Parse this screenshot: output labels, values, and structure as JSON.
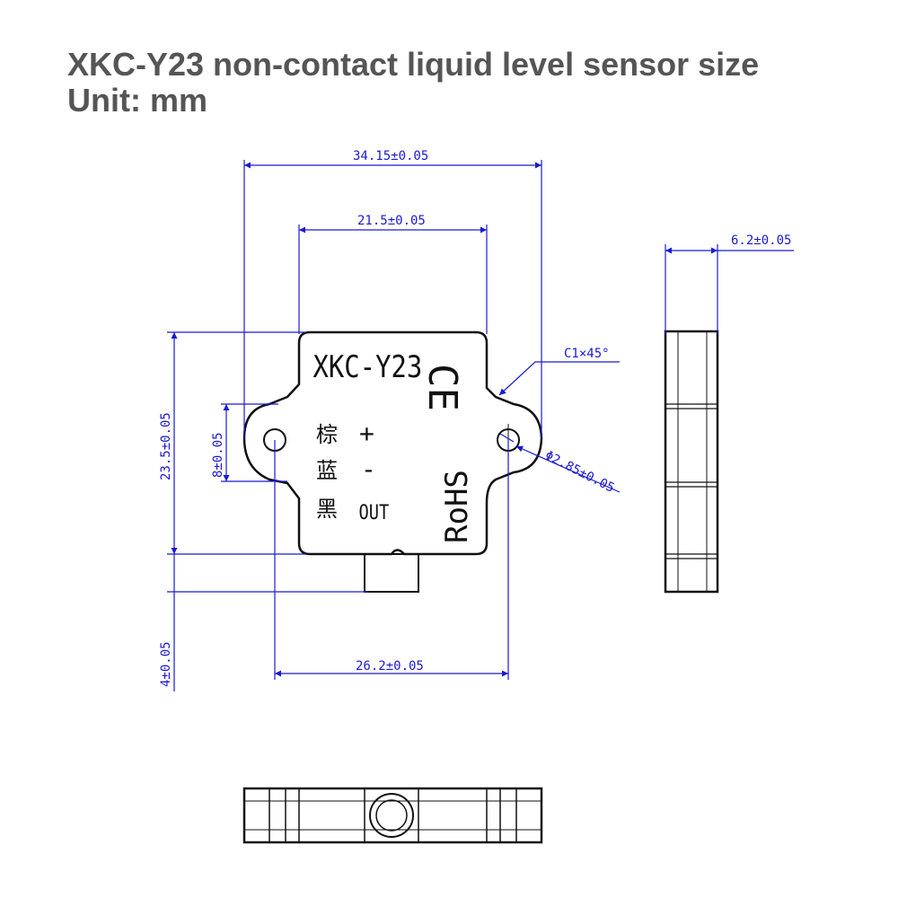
{
  "header": {
    "title": "XKC-Y23 non-contact liquid level sensor size",
    "unit": "Unit: mm"
  },
  "sensor": {
    "model": "XKC-Y23",
    "plus": "+",
    "minus": "-",
    "out": "OUT",
    "rohs": "RoHS",
    "ce": "CE"
  },
  "dimensions": {
    "overall_width": "34.15±0.05",
    "body_width": "21.5±0.05",
    "hole_spacing": "26.2±0.05",
    "height": "23.5±0.05",
    "ear_height": "8±0.05",
    "tab_height": "4±0.05",
    "thickness": "6.2±0.05",
    "chamfer": "C1×45°",
    "hole_diameter": "Φ2.85±0.05"
  },
  "colors": {
    "dimension": "#1a1ad0",
    "outline": "#111111",
    "title": "#555555"
  }
}
